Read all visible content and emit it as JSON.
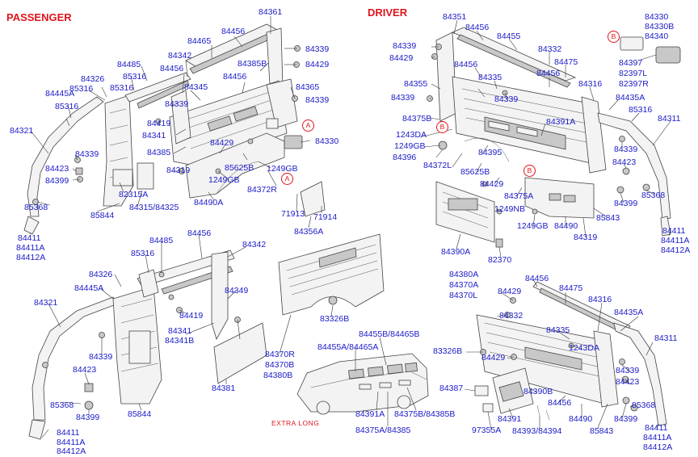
{
  "headings": {
    "passenger": "PASSENGER",
    "driver": "DRIVER"
  },
  "markers": {
    "a": "A",
    "b": "B"
  },
  "extra_long": "EXTRA LONG",
  "labels": {
    "p_84361": "84361",
    "p_84456a": "84456",
    "p_84465": "84465",
    "p_84339a": "84339",
    "p_84429a": "84429",
    "p_84342": "84342",
    "p_84485": "84485",
    "p_84456b": "84456",
    "p_85316a": "85316",
    "p_84326": "84326",
    "p_85316b": "85316",
    "p_84385b": "84385B",
    "p_84456c": "84456",
    "p_84345": "84345",
    "p_84365": "84365",
    "p_84339b": "84339",
    "p_84445a": "84445A",
    "p_85316c": "85316",
    "p_85316d": "85316",
    "p_84339c": "84339",
    "p_84419": "84419",
    "p_84321": "84321",
    "p_84341": "84341",
    "p_84385": "84385",
    "p_84429b": "84429",
    "p_84330": "84330",
    "p_84339d": "84339",
    "p_85625b": "85625B",
    "p_1249gb_a": "1249GB",
    "p_84423": "84423",
    "p_84399": "84399",
    "p_84319": "84319",
    "p_1249gb_b": "1249GB",
    "p_82315a": "82315A",
    "p_84372r": "84372R",
    "p_84490a": "84490A",
    "p_85368": "85368",
    "p_85844": "85844",
    "p_84315": "84315/84325",
    "p_71913": "71913",
    "p_71914": "71914",
    "p_84356a": "84356A",
    "p_84411": "84411",
    "p_84411a": "84411A",
    "p_84412a": "84412A",
    "d_84351": "84351",
    "d_84456a": "84456",
    "d_84455": "84455",
    "d_84339a": "84339",
    "d_84429a": "84429",
    "d_84332": "84332",
    "d_84456b": "84456",
    "d_84475": "84475",
    "d_84335": "84335",
    "d_84456c": "84456",
    "d_84355": "84355",
    "d_84316": "84316",
    "d_84339b": "84339",
    "d_84435a": "84435A",
    "d_84339c": "84339",
    "d_85316": "85316",
    "d_84375b": "84375B",
    "d_84311": "84311",
    "d_84391a": "84391A",
    "d_1243da": "1243DA",
    "d_1249gb_a": "1249GB",
    "d_84395": "84395",
    "d_84339d": "84339",
    "d_84396": "84396",
    "d_84372l": "84372L",
    "d_85625b": "85625B",
    "d_84423": "84423",
    "d_84429b": "84429",
    "d_84375a": "84375A",
    "d_85368": "85368",
    "d_84399": "84399",
    "d_1249nb": "1249NB",
    "d_1249gb_b": "1249GB",
    "d_84490": "84490",
    "d_85843": "85843",
    "d_84319": "84319",
    "d_84411": "84411",
    "d_84411a": "84411A",
    "d_84412a": "84412A",
    "d_84390a": "84390A",
    "d_82370": "82370",
    "d_84330": "84330",
    "d_84330b": "84330B",
    "d_84340": "84340",
    "d_84397": "84397",
    "d_82397l": "82397L",
    "d_82397r": "82397R",
    "l_84485": "84485",
    "l_84456": "84456",
    "l_84342": "84342",
    "l_85316": "85316",
    "l_84326": "84326",
    "l_84445a": "84445A",
    "l_84349": "84349",
    "l_84321": "84321",
    "l_84419": "84419",
    "l_83326b": "83326B",
    "l_84341": "84341",
    "l_84341b": "84341B",
    "l_84339": "84339",
    "l_84423": "84423",
    "l_84381": "84381",
    "l_85368": "85368",
    "l_84399": "84399",
    "l_85844": "85844",
    "l_84411": "84411",
    "l_84411a": "84411A",
    "l_84412a": "84412A",
    "l_84370r": "84370R",
    "l_84370b": "84370B",
    "l_84380b": "84380B",
    "c_84455b": "84455B/84465B",
    "c_84455a": "84455A/84465A",
    "c_84391a": "84391A",
    "c_84375b": "84375B/84385B",
    "c_84375a": "84375A/84385",
    "r_84380a": "84380A",
    "r_84370a": "84370A",
    "r_84370l": "84370L",
    "r_84456a": "84456",
    "r_84429a": "84429",
    "r_84475": "84475",
    "r_84332": "84332",
    "r_84316": "84316",
    "r_84435a": "84435A",
    "r_84335": "84335",
    "r_84311": "84311",
    "r_83326b": "83326B",
    "r_1243da": "1243DA",
    "r_84429b": "84429",
    "r_84339": "84339",
    "r_84423": "84423",
    "r_84387": "84387",
    "r_84390b": "84390B",
    "r_85368": "85368",
    "r_84456b": "84456",
    "r_84391": "84391",
    "r_84490": "84490",
    "r_84399": "84399",
    "r_97355a": "97355A",
    "r_84393": "84393/84394",
    "r_85843": "85843",
    "r_84411": "84411",
    "r_84411a": "84411A",
    "r_84412a": "84412A"
  }
}
